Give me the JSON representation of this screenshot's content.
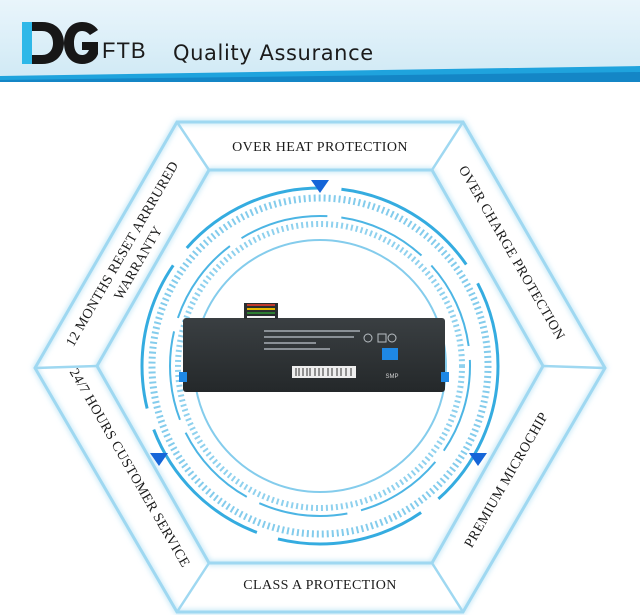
{
  "brand": {
    "logo_text": "DG",
    "name": "FTB",
    "title": "Quality Assurance"
  },
  "colors": {
    "accent": "#1fa3dd",
    "frame": "#9fd8f1",
    "arrow": "#1565d8",
    "battery": "#2e3336"
  },
  "features": {
    "top": "OVER HEAT PROTECTION",
    "top_right": "OVER CHARGE PROTECTION",
    "bottom_right": "PREMIUM MICROCHIP",
    "bottom": "CLASS A PROTECTION",
    "bottom_left": "24/7 HOURS CUSTOMER SERVICE",
    "top_left_line1": "12 MONTHS RESET ARRRURED",
    "top_left_line2": "WARRANTY"
  },
  "product": {
    "image": "laptop-battery",
    "brand_mark": "SMP"
  }
}
